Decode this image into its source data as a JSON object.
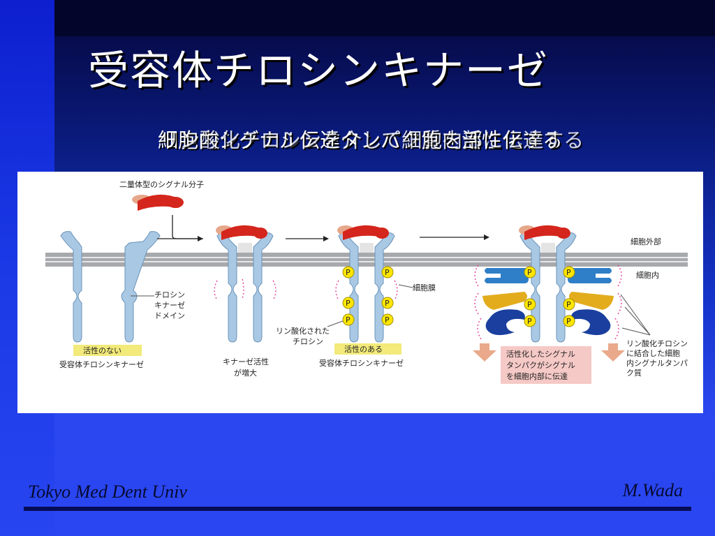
{
  "slide": {
    "title": "受容体チロシンキナーゼ",
    "subtitle_overlap": [
      "細胞内シグナル伝達タンパク質を活性化する",
      "リン酸化チロシンを介して細胞内部に伝達する"
    ],
    "footer_left": "Tokyo Med Dent Univ",
    "footer_right": "M.Wada"
  },
  "figure": {
    "labels": {
      "dimer_signal": "二量体型のシグナル分子",
      "outside": "細胞外部",
      "inside": "細胞内",
      "membrane": "細胞膜",
      "kinase_domain_1": "チロシン",
      "kinase_domain_2": "キナーゼ",
      "kinase_domain_3": "ドメイン",
      "phospho_tyr_1": "リン酸化された",
      "phospho_tyr_2": "チロシン",
      "inactive_box": "活性のない",
      "inactive_caption": "受容体チロシンキナーゼ",
      "increase_1": "キナーゼ活性",
      "increase_2": "が増大",
      "active_box": "活性のある",
      "active_caption": "受容体チロシンキナーゼ",
      "transmit_1": "活性化したシグナル",
      "transmit_2": "タンパクがシグナル",
      "transmit_3": "を細胞内部に伝達",
      "bound_1": "リン酸化チロシン",
      "bound_2": "に結合した細胞",
      "bound_3": "内シグナルタンパ",
      "bound_4": "ク質",
      "phospho_mark": "P"
    },
    "colors": {
      "receptor": "#a9c8e4",
      "receptor_stroke": "#6a93b8",
      "ligand": "#d4261c",
      "ligand_tan": "#e6a78a",
      "membrane": "#a7a9ac",
      "phosphate": "#ffe600",
      "active_box": "#f2ea7a",
      "transmit_box": "#f5c9c6",
      "protein_blue": "#2e7fc8",
      "protein_gold": "#e3ac1d",
      "protein_navy": "#1a3f9e",
      "activation_marks": "#e0409a"
    }
  }
}
